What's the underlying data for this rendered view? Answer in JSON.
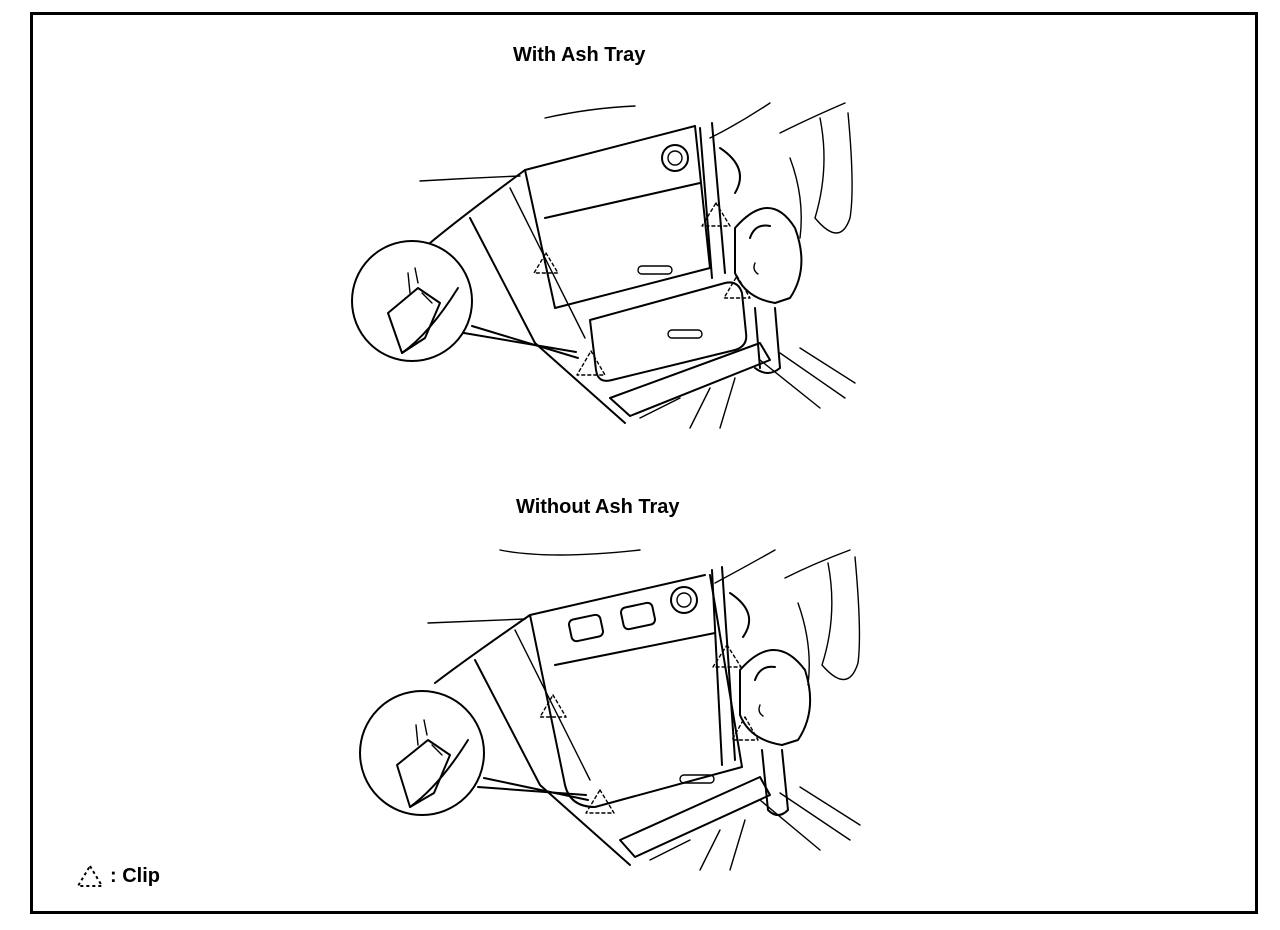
{
  "diagram": {
    "sections": [
      {
        "title": "With Ash Tray"
      },
      {
        "title": "Without Ash Tray"
      }
    ],
    "legend": {
      "symbol_icon": "dotted-triangle-clip-icon",
      "label": ": Clip"
    }
  }
}
